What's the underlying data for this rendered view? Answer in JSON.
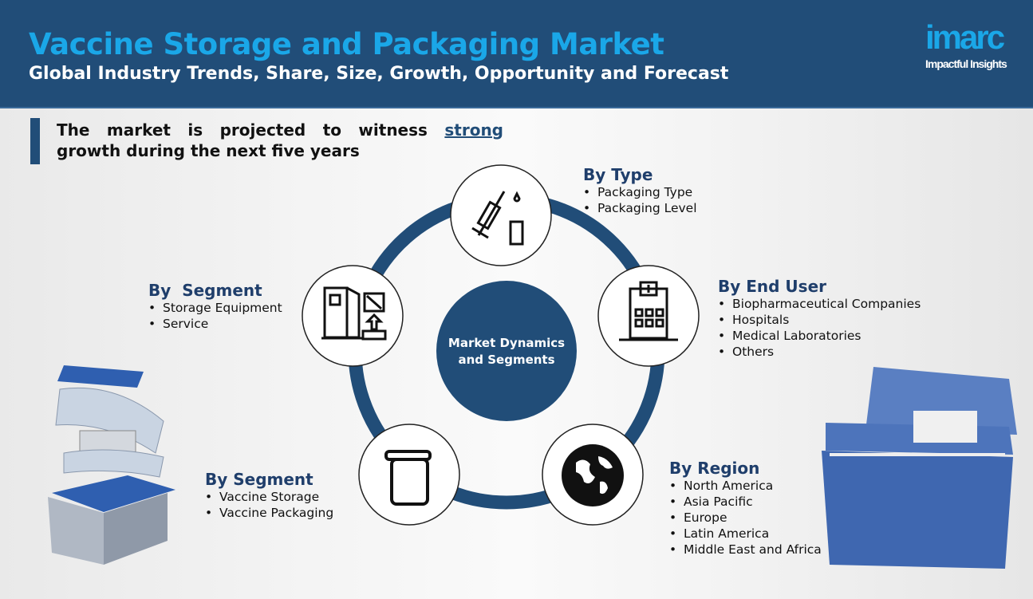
{
  "header": {
    "title": "Vaccine Storage and Packaging Market",
    "subtitle": "Global Industry Trends, Share, Size, Growth, Opportunity and Forecast"
  },
  "logo": {
    "name": "imarc",
    "tagline": "Impactful Insights"
  },
  "projection": {
    "text_before": "The market is projected to witness ",
    "highlight": "strong",
    "text_after": " growth during the next five years"
  },
  "center": {
    "line1": "Market Dynamics",
    "line2": "and Segments"
  },
  "colors": {
    "primary": "#214d78",
    "accent": "#1aa7e8"
  },
  "segments": [
    {
      "title": "By Type",
      "items": [
        "Packaging Type",
        "Packaging Level"
      ]
    },
    {
      "title": "By End User",
      "items": [
        "Biopharmaceutical Companies",
        "Hospitals",
        "Medical Laboratories",
        "Others"
      ]
    },
    {
      "title": "By Region",
      "items": [
        "North America",
        "Asia Pacific",
        "Europe",
        "Latin America",
        "Middle East and Africa"
      ]
    },
    {
      "title": "By Segment",
      "items": [
        "Vaccine Storage",
        "Vaccine Packaging"
      ]
    },
    {
      "title": "By  Segment",
      "items": [
        "Storage Equipment",
        "Service"
      ]
    }
  ]
}
